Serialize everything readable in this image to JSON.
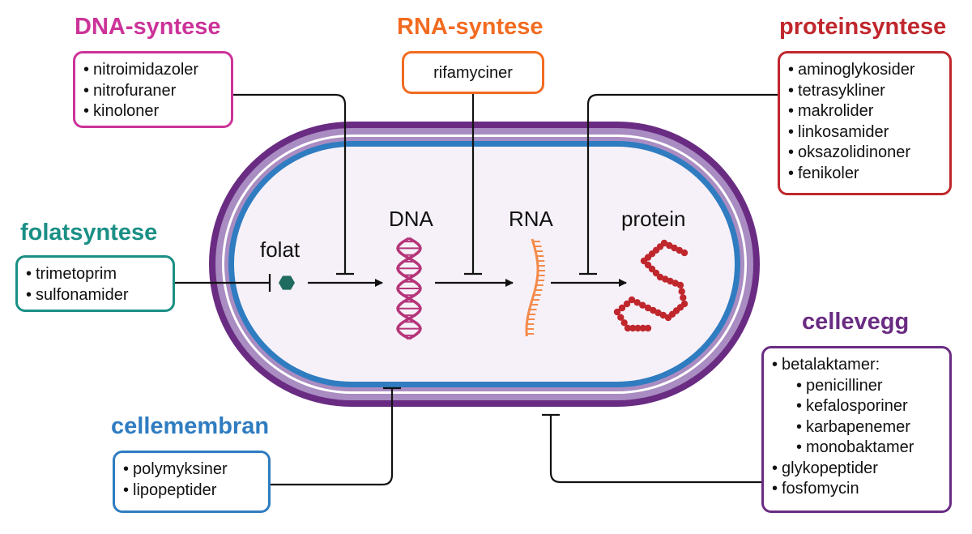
{
  "colors": {
    "dna_synthesis": "#cc3399",
    "rna_synthesis": "#f26b21",
    "protein_synthesis": "#c0272d",
    "folate_synthesis": "#1a8f85",
    "cell_membrane": "#2f7cc1",
    "cell_wall": "#6a2c82",
    "membrane_blue": "#2f7cc1",
    "wall_purple": "#6a2c82",
    "wall_lavender": "#a98cc2",
    "cytoplasm": "#f6f1f8",
    "dna_helix": "#b5357a",
    "rna_strand": "#f58a4a",
    "protein_beads": "#c0272d",
    "folate_molecule": "#1f6b5f"
  },
  "icons": {
    "folate": "hexagon-molecule-icon",
    "dna": "double-helix-icon",
    "rna": "single-strand-rna-icon",
    "protein": "bead-chain-protein-icon"
  },
  "cell": {
    "labels": {
      "folate": "folat",
      "dna": "DNA",
      "rna": "RNA",
      "protein": "protein"
    }
  },
  "groups": {
    "dna_synthesis": {
      "title": "DNA-syntese",
      "items": [
        "nitroimidazoler",
        "nitrofuraner",
        "kinoloner"
      ]
    },
    "rna_synthesis": {
      "title": "RNA-syntese",
      "items": [
        "rifamyciner"
      ]
    },
    "protein_synthesis": {
      "title": "proteinsyntese",
      "items": [
        "aminoglykosider",
        "tetrasykliner",
        "makrolider",
        "linkosamider",
        "oksazolidinoner",
        "fenikoler"
      ]
    },
    "folate_synthesis": {
      "title": "folatsyntese",
      "items": [
        "trimetoprim",
        "sulfonamider"
      ]
    },
    "cell_membrane": {
      "title": "cellemembran",
      "items": [
        "polymyksiner",
        "lipopeptider"
      ]
    },
    "cell_wall": {
      "title": "cellevegg",
      "items": [
        "betalaktamer:",
        "penicilliner",
        "kefalosporiner",
        "karbapenemer",
        "monobaktamer",
        "glykopeptider",
        "fosfomycin"
      ]
    }
  }
}
